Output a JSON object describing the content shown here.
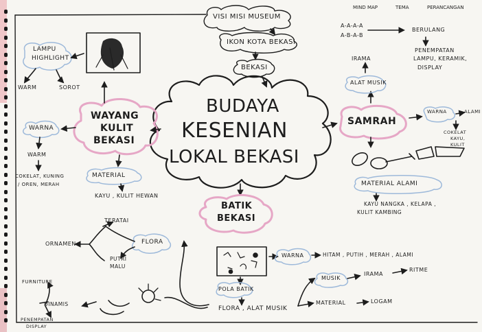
{
  "header": {
    "mind_map": "MIND MAP",
    "tema": "TEMA",
    "perancangan": "PERANCANGAN"
  },
  "center": {
    "line1": "BUDAYA",
    "line2": "KESENIAN",
    "line3": "LOKAL BEKASI"
  },
  "top_chain": {
    "visi": "VISI MISI MUSEUM",
    "ikon": "IKON KOTA BEKASI",
    "bekasi": "BEKASI"
  },
  "wayang": {
    "title1": "WAYANG",
    "title2": "KULIT",
    "title3": "BEKASI",
    "lampu1": "LAMPU",
    "lampu2": "HIGHLIGHT",
    "warm": "WARM",
    "sorot": "SOROT",
    "warna": "WARNA",
    "warna_value": "WARM",
    "colors1": "COKELAT, KUNING",
    "colors2": "/ OREN, MERAH",
    "material": "MATERIAL",
    "material_value": "KAYU , KULIT HEWAN"
  },
  "samrah": {
    "title": "SAMRAH",
    "pattern1": "A-A-A-A",
    "pattern2": "A-B-A-B",
    "berulang": "BERULANG",
    "penempatan1": "PENEMPATAN",
    "penempatan2": "LAMPU, KERAMIK,",
    "penempatan3": "DISPLAY",
    "irama": "IRAMA",
    "alat_musik": "ALAT MUSIK",
    "warna": "WARNA",
    "alami": "ALAMI",
    "cokelat1": "COKELAT",
    "cokelat2": "KAYU,",
    "cokelat3": "KULIT",
    "material": "MATERIAL ALAMI",
    "material_value1": "KAYU NANGKA , KELAPA ,",
    "material_value2": "KULIT KAMBING"
  },
  "batik": {
    "title1": "BATIK",
    "title2": "BEKASI",
    "warna": "WARNA",
    "warna_value": "HITAM , PUTIH , MERAH , ALAMI",
    "pola": "POLA BATIK",
    "pola_value": "FLORA , ALAT MUSIK",
    "musik": "MUSIK",
    "irama": "IRAMA",
    "ritme": "RITME",
    "material": "MATERIAL",
    "logam": "LOGAM",
    "teratai": "TERATAI",
    "ornamen": "ORNAMEN",
    "flora": "FLORA",
    "putri1": "PUTRI",
    "putri2": "MALU",
    "furniture": "FURNITURE",
    "dinamis": "DINAMIS",
    "penempatan1": "PENEMPATAN",
    "penempatan2": "DISPLAY"
  }
}
